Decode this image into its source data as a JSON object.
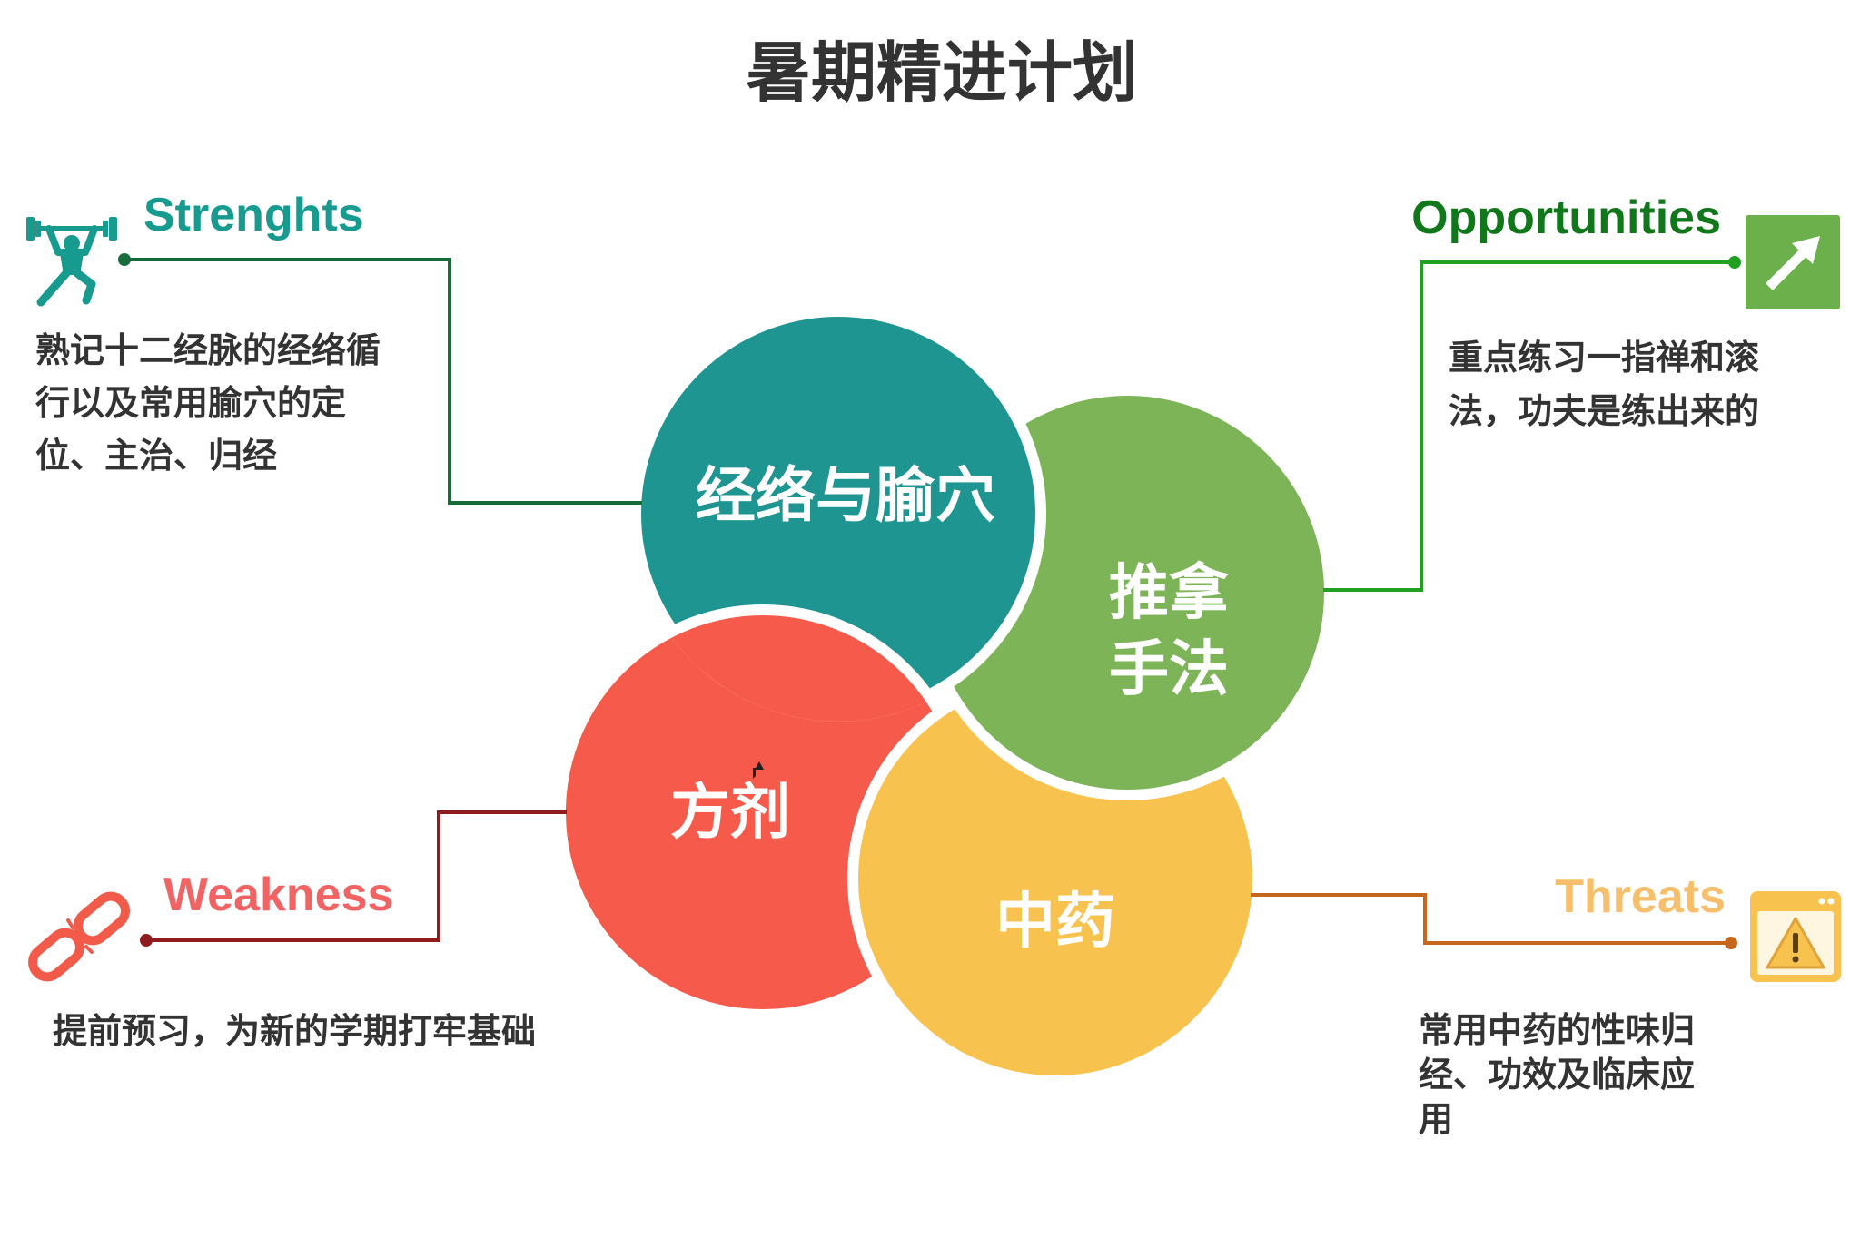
{
  "title": "暑期精进计划",
  "segments": {
    "meridians": {
      "label": "经络与腧穴",
      "color": "#1F9591"
    },
    "tuina": {
      "label_lines": [
        "推拿",
        "手法"
      ],
      "color": "#7DB457"
    },
    "formulas": {
      "label": "方剂",
      "color": "#F65A4B"
    },
    "herbs": {
      "label": "中药",
      "color": "#F8C24F"
    }
  },
  "swot": {
    "strengths": {
      "heading": "Strenghts",
      "heading_color": "#179B8E",
      "line_color": "#1A6B3C",
      "icon": "weightlifter-icon",
      "icon_color": "#179B8E",
      "lines": [
        "熟记十二经脉的经络循",
        "行以及常用腧穴的定",
        "位、主治、归经"
      ]
    },
    "opportunities": {
      "heading": "Opportunities",
      "heading_color": "#10781A",
      "line_color": "#22A022",
      "icon": "arrow-up-right-icon",
      "icon_color": "#6BB04B",
      "lines": [
        "重点练习一指禅和滚",
        "法，功夫是练出来的"
      ]
    },
    "weaknesses": {
      "heading": "Weakness",
      "heading_color": "#F26464",
      "line_color": "#8E1C1C",
      "icon": "broken-chain-icon",
      "icon_color": "#F25A4A",
      "lines": [
        "提前预习，为新的学期打牢基础"
      ]
    },
    "threats": {
      "heading": "Threats",
      "heading_color": "#F7BF6B",
      "line_color": "#C7671C",
      "icon": "warning-window-icon",
      "icon_color": "#F8C24F",
      "lines": [
        "常用中药的性味归",
        "经、功效及临床应",
        "用"
      ]
    }
  }
}
